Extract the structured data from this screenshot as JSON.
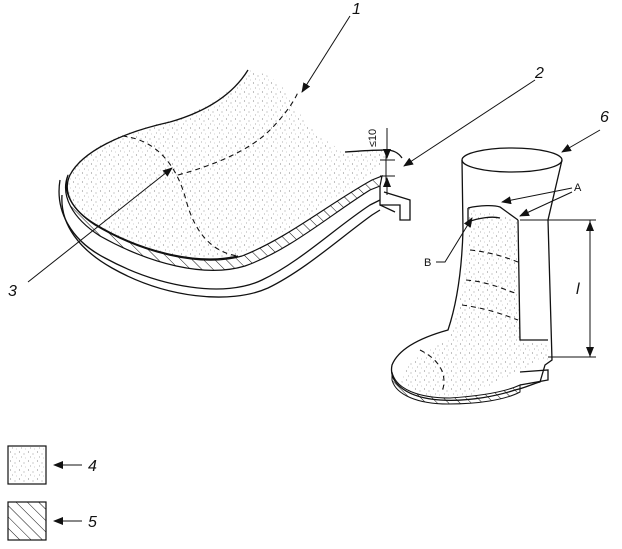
{
  "labels": {
    "l1": "1",
    "l2": "2",
    "l3": "3",
    "l4": "4",
    "l5": "5",
    "l6": "6",
    "a": "A",
    "b": "B",
    "dim_le10": "≤10",
    "dim_l": "l"
  },
  "legend": [
    {
      "pattern": "stipple",
      "label_key": "l4"
    },
    {
      "pattern": "hatch",
      "label_key": "l5"
    }
  ]
}
